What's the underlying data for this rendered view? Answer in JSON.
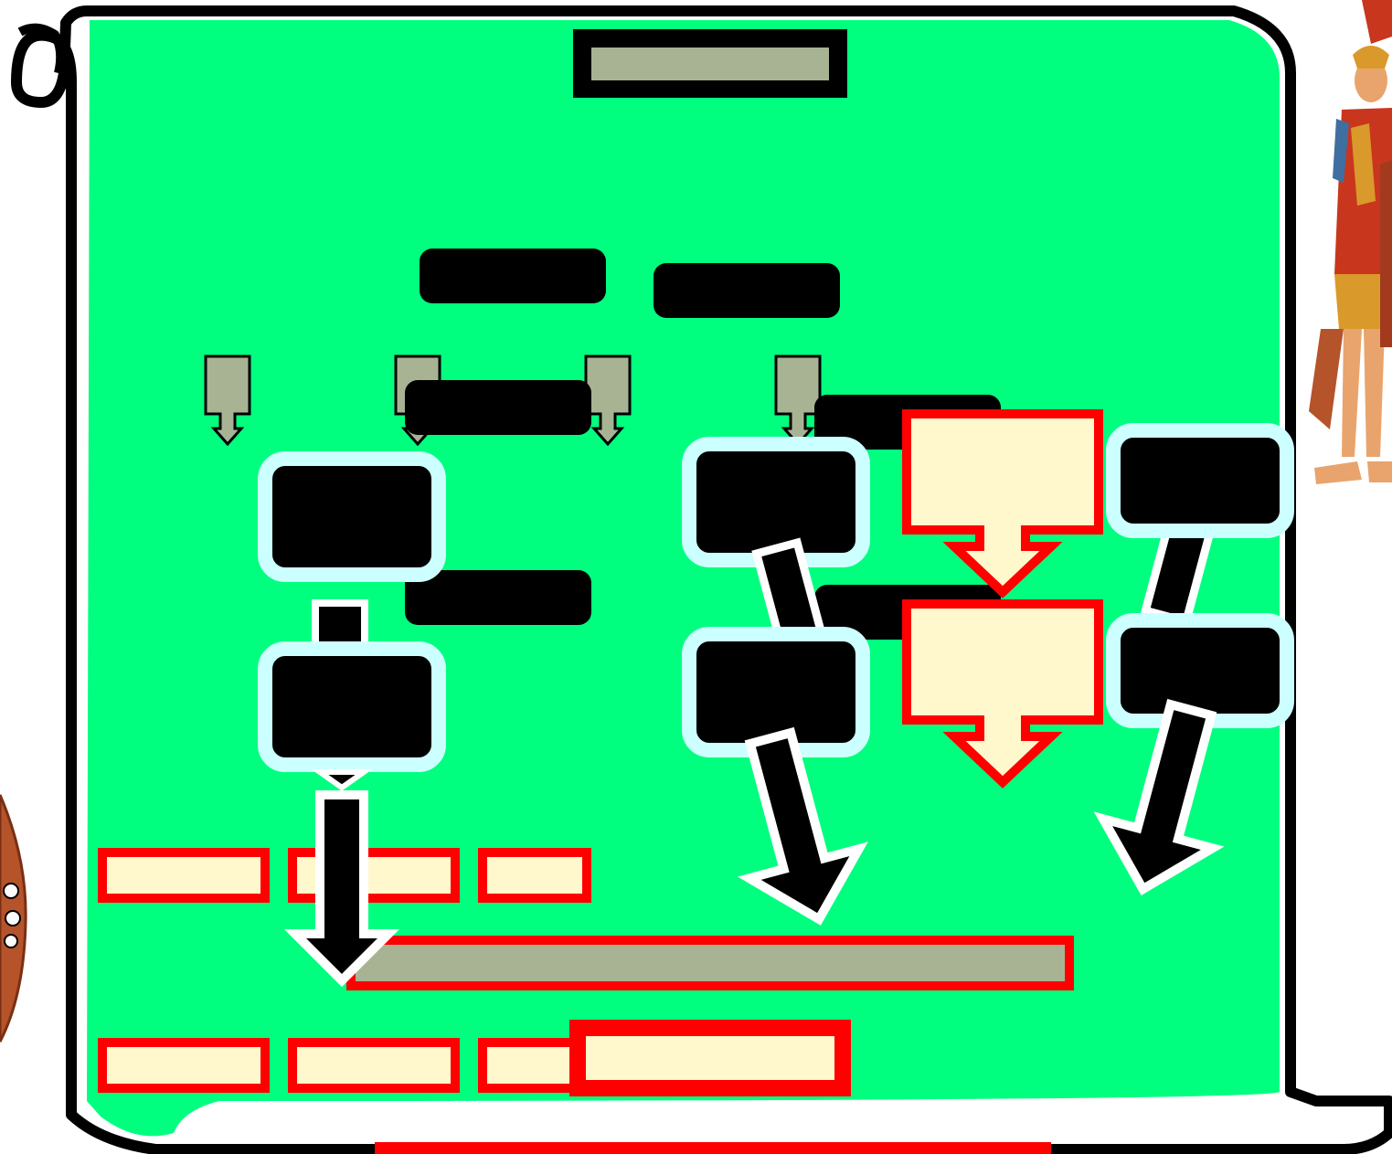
{
  "colors": {
    "scroll_fill": "#00ff7f",
    "outline": "#000000",
    "dark_box": "#000000",
    "light_border": "#ccffff",
    "cream": "#fff8cc",
    "red": "#ff0000",
    "sage": "#a7b392",
    "white": "#ffffff",
    "soldier_red": "#c8361e",
    "soldier_skin": "#e8a46c",
    "soldier_gold": "#d99a2b",
    "shield_brown": "#b5532a"
  },
  "icons": {
    "scroll": "parchment-scroll",
    "soldier": "roman-legionary",
    "shield": "round-shield"
  },
  "labels": {
    "title_banner": "",
    "top_left_label": "",
    "top_right_label": "",
    "mid_label_upper": "",
    "mid_label_lower": "",
    "right_label_upper": "",
    "right_label_lower": "",
    "group1_top": "",
    "group1_bottom": "",
    "group2_top": "",
    "group2_bottom": "",
    "group3_top": "",
    "group3_bottom": "",
    "group4_top": "",
    "group4_bottom": "",
    "row1": [
      "",
      "",
      ""
    ],
    "row2": [
      "",
      "",
      ""
    ],
    "wide_bar": "",
    "bottom_banner": "",
    "bottom_strip": ""
  }
}
